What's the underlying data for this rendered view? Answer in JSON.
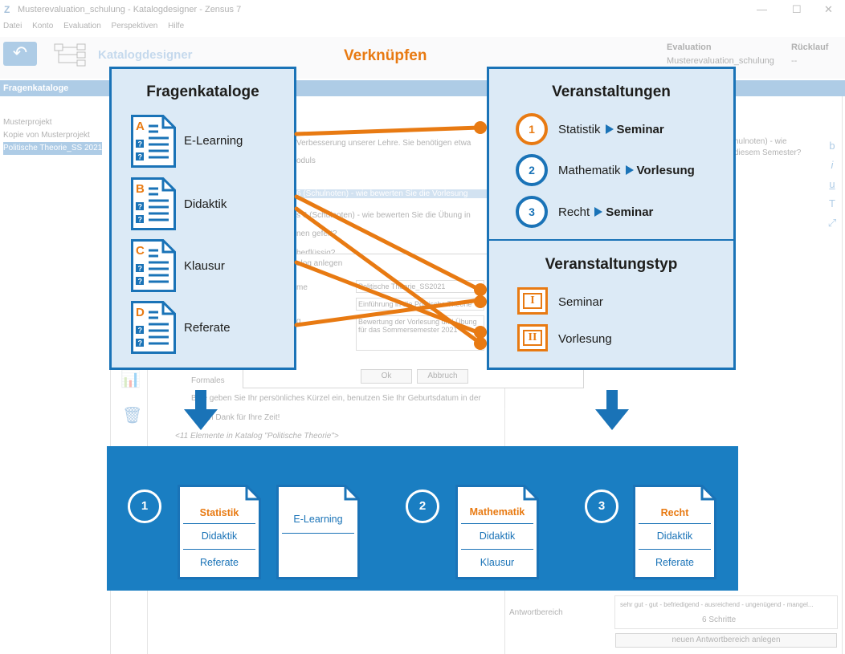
{
  "window": {
    "title": "Musterevaluation_schulung - Katalogdesigner - Zensus 7",
    "logo": "Z",
    "min": "—",
    "max": "☐",
    "close": "✕"
  },
  "menu": [
    "Datei",
    "Konto",
    "Evaluation",
    "Perspektiven",
    "Hilfe"
  ],
  "toolbar": {
    "title": "Katalogdesigner",
    "evaluation_label": "Evaluation",
    "evaluation_value": "Musterevaluation_schulung",
    "ruecklauf_label": "Rücklauf",
    "ruecklauf_value": "--"
  },
  "sidebar": {
    "title": "Fragenkataloge",
    "items": [
      "Musterprojekt",
      "Kopie von Musterprojekt",
      "Politische Theorie_SS 2021"
    ]
  },
  "background": {
    "line1": "Verbesserung unserer Lehre. Sie benötigen etwa",
    "line2": "oduls",
    "line3": "6 (Schulnoten) - wie bewerten Sie die Vorlesung",
    "line4": "s 6 (Schulnoten) - wie bewerten Sie die Übung in",
    "line5": "nen gefert?",
    "line6": "berflüssig?",
    "dialog_title": "alog anlegen",
    "field_label1": "me",
    "field_label2": "g",
    "field1": "Politische Theorie_SS2021",
    "field2": "Einführung in die Politische Theorie",
    "field3": "Bewertung der Vorlesung und Übung für das Sommersemester 2021",
    "ok": "Ok",
    "abbruch": "Abbruch",
    "formales": "Formales",
    "kuerzel": "Bitte geben Sie Ihr persönliches Kürzel ein, benutzen Sie Ihr Geburtsdatum in der",
    "dank": "Vielen Dank für Ihre Zeit!",
    "elemente": "<11 Elemente in Katalog \"Politische Theorie\">",
    "right1": "hulnoten) - wie",
    "right2": "diesem Semester?",
    "antwortbereich": "Antwortbereich",
    "scale": "sehr gut - gut - befriedigend - ausreichend - ungenügend - mangel...",
    "schritte": "6 Schritte",
    "neuer": "neuen Antwortbereich anlegen"
  },
  "heading": "Verknüpfen",
  "fragenkataloge": {
    "title": "Fragenkataloge",
    "items": [
      {
        "letter": "A",
        "label": "E-Learning"
      },
      {
        "letter": "B",
        "label": "Didaktik"
      },
      {
        "letter": "C",
        "label": "Klausur"
      },
      {
        "letter": "D",
        "label": "Referate"
      }
    ]
  },
  "veranstaltungen": {
    "title": "Veranstaltungen",
    "items": [
      {
        "num": "1",
        "name": "Statistik",
        "type": "Seminar"
      },
      {
        "num": "2",
        "name": "Mathematik",
        "type": "Vorlesung"
      },
      {
        "num": "3",
        "name": "Recht",
        "type": "Seminar"
      }
    ],
    "typ_title": "Veranstaltungstyp",
    "types": [
      {
        "numeral": "I",
        "label": "Seminar"
      },
      {
        "numeral": "II",
        "label": "Vorlesung"
      }
    ]
  },
  "result": {
    "groups": [
      {
        "num": "1",
        "head": "Statistik",
        "rows": [
          "Didaktik",
          "Referate"
        ],
        "extra": "E-Learning"
      },
      {
        "num": "2",
        "head": "Mathematik",
        "rows": [
          "Didaktik",
          "Klausur"
        ]
      },
      {
        "num": "3",
        "head": "Recht",
        "rows": [
          "Didaktik",
          "Referate"
        ]
      }
    ]
  },
  "colors": {
    "orange": "#e87a12",
    "blue": "#1a73b7",
    "band": "#1a7ec2",
    "panel": "#dceaf6"
  }
}
